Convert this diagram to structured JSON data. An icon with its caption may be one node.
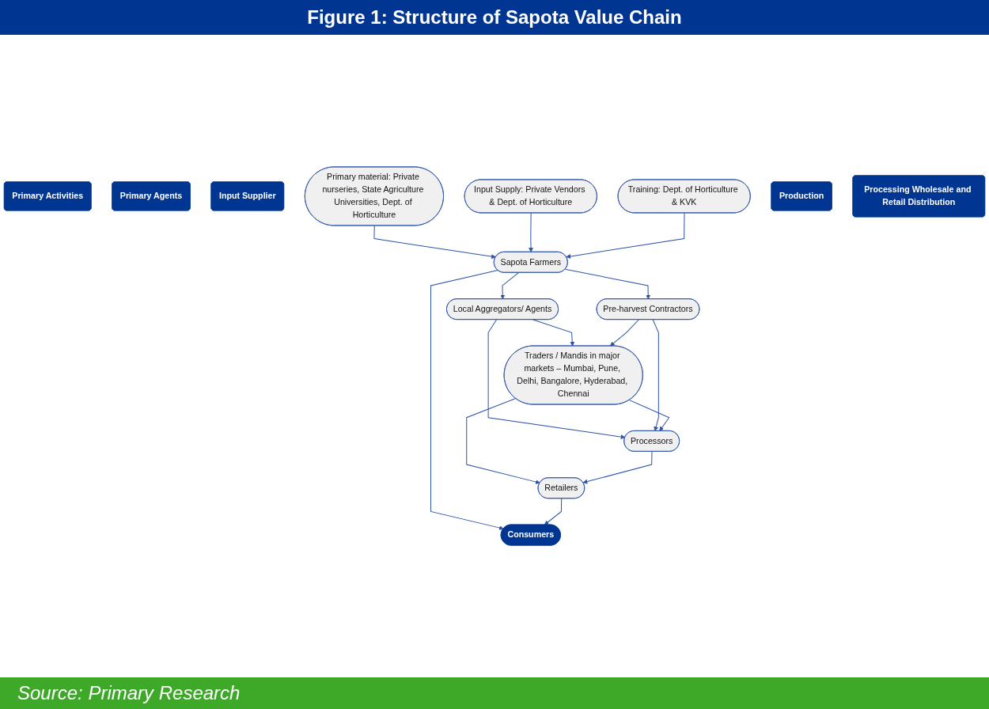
{
  "diagram": {
    "title": "Figure 1: Structure of Sapota Value Chain",
    "caption": "Source: Primary Research",
    "nodes": [
      {
        "text": [
          "Primary Activities"
        ]
      },
      {
        "text": [
          "Primary Agents"
        ]
      },
      {
        "text": [
          "Input Supplier"
        ]
      },
      {
        "text": [
          "Primary material: Private nurseries, State Agriculture Universities, Dept. of Horticulture"
        ]
      },
      {
        "text": [
          "Input Supply: Private Vendors & Dept. of Horticulture"
        ]
      },
      {
        "text": [
          "Training: Dept. of Horticulture & KVK"
        ]
      },
      {
        "text": [
          "Production"
        ]
      },
      {
        "text": [
          "Sapota Farmers"
        ]
      },
      {
        "text": [
          "Processing Wholesale and Retail Distribution"
        ]
      },
      {
        "text": [
          "Local Aggregators/ Agents"
        ]
      },
      {
        "text": [
          "Pre-harvest Contractors"
        ]
      },
      {
        "text": [
          "Processors"
        ]
      },
      {
        "text": [
          "Traders / Mandis in major markets – Mumbai, Pune, Delhi, Bangalore, Hyderabad, Chennai"
        ]
      },
      {
        "text": [
          "Retailers"
        ]
      },
      {
        "text": [
          "Consumers"
        ]
      }
    ],
    "edges": [
      {
        "from": 3,
        "to": 7,
        "arrow": "to"
      },
      {
        "from": 4,
        "to": 7,
        "arrow": "to"
      },
      {
        "from": 5,
        "to": 7,
        "arrow": "to"
      },
      {
        "from": 7,
        "to": 9,
        "arrow": "to"
      },
      {
        "from": 7,
        "to": 10,
        "arrow": "to"
      },
      {
        "from": 7,
        "to": 14,
        "arrow": "to"
      },
      {
        "from": 9,
        "to": 11,
        "arrow": "to"
      },
      {
        "from": 9,
        "to": 12,
        "arrow": "to"
      },
      {
        "from": 10,
        "to": 11,
        "arrow": "to"
      },
      {
        "from": 10,
        "to": 12,
        "arrow": "to"
      },
      {
        "from": 12,
        "to": 11,
        "arrow": "to"
      },
      {
        "from": 12,
        "to": 13,
        "arrow": "to"
      },
      {
        "from": 11,
        "to": 13,
        "arrow": "to"
      },
      {
        "from": 13,
        "to": 14,
        "arrow": "to"
      }
    ]
  }
}
